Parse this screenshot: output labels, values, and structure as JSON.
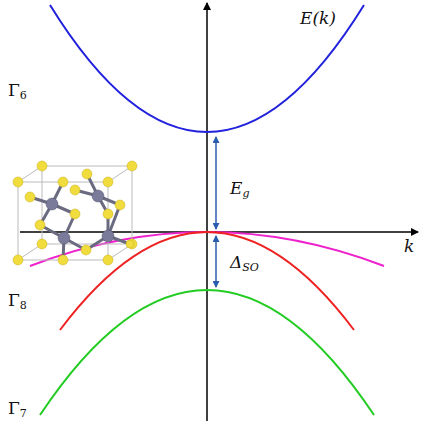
{
  "diagram": {
    "labels": [
      "E(k)",
      "Γ6",
      "Eg",
      "k",
      "Γ8",
      "ΔSO",
      "Γ7"
    ]
  }
}
